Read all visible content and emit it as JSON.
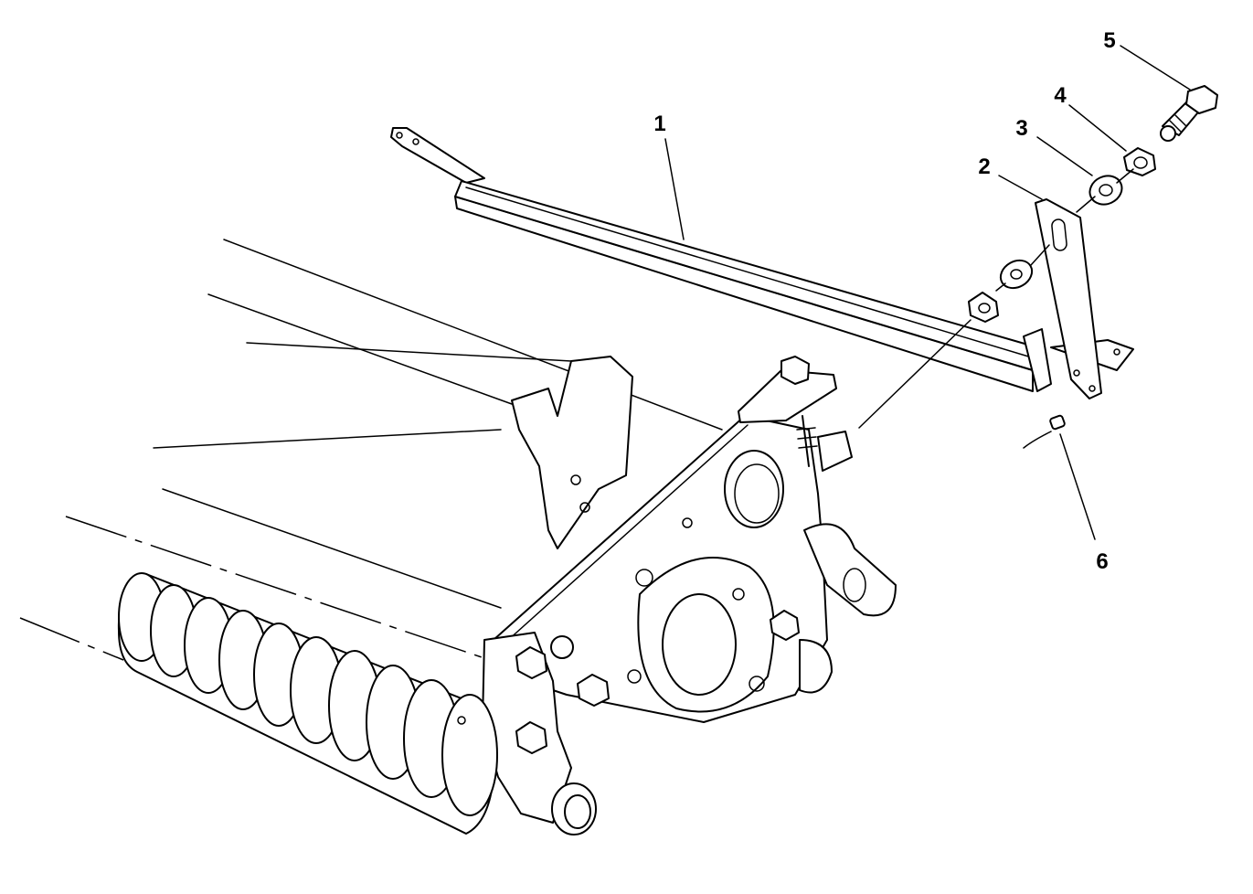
{
  "callouts": [
    {
      "id": "1",
      "label": "1"
    },
    {
      "id": "2",
      "label": "2"
    },
    {
      "id": "3",
      "label": "3"
    },
    {
      "id": "4",
      "label": "4"
    },
    {
      "id": "5",
      "label": "5"
    },
    {
      "id": "6",
      "label": "6"
    }
  ],
  "colors": {
    "line": "#000000",
    "background": "#ffffff"
  }
}
